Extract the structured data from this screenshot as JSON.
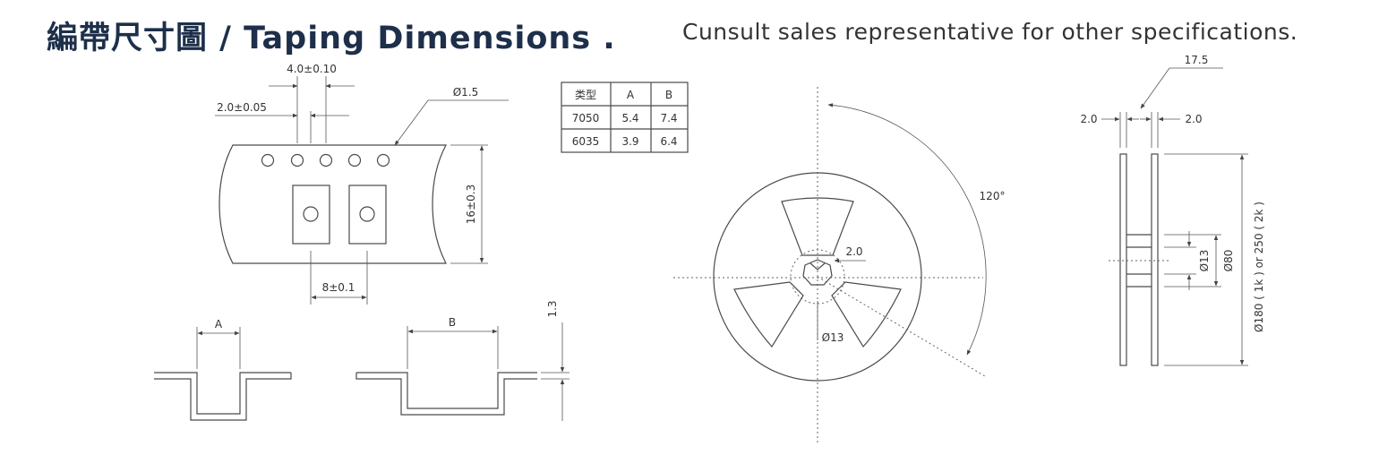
{
  "header": {
    "title": "編帶尺寸圖 / Taping Dimensions .",
    "subtitle": "Cunsult sales representative for other specifications."
  },
  "tape": {
    "pitch_label": "4.0±0.10",
    "hole_offset_label": "2.0±0.05",
    "hole_dia_label": "Ø1.5",
    "width_label": "16±0.3",
    "pocket_pitch_label": "8±0.1"
  },
  "table": {
    "headers": [
      "类型",
      "A",
      "B"
    ],
    "rows": [
      [
        "7050",
        "5.4",
        "7.4"
      ],
      [
        "6035",
        "3.9",
        "6.4"
      ]
    ]
  },
  "pocket": {
    "a_label": "A",
    "b_label": "B",
    "depth_label": "1.3"
  },
  "reel_front": {
    "angle_label": "120°",
    "slot_label": "2.0",
    "hub_label": "Ø13"
  },
  "reel_side": {
    "top_label": "17.5",
    "left_label": "2.0",
    "right_label": "2.0",
    "hub_label": "Ø13",
    "core_label": "Ø80",
    "reel_label": "Ø180 ( 1k ) or 250 ( 2k )"
  }
}
